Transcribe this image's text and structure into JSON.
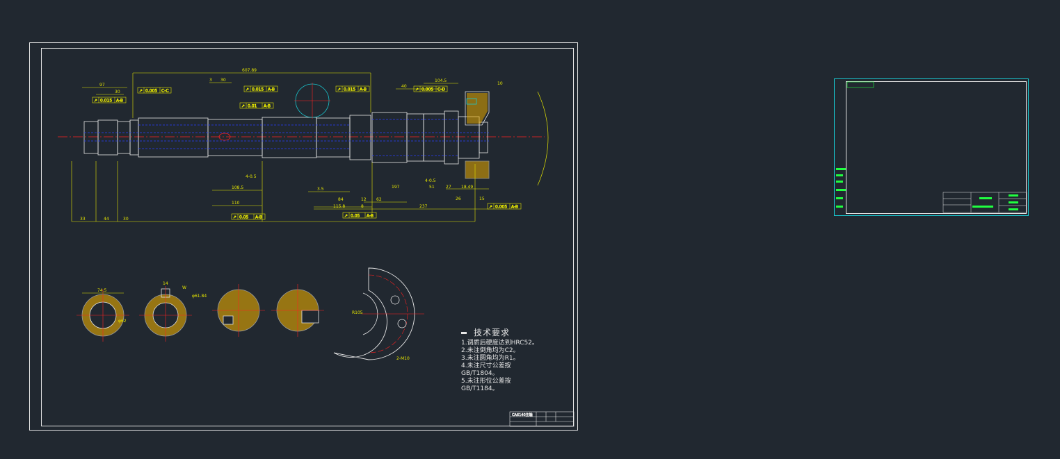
{
  "colors": {
    "background": "#212830",
    "border": "#e6e6e6",
    "dimension": "#e6e600",
    "centerline": "#ff2020",
    "hidden": "#2a3cff",
    "accent": "#19c9d1",
    "highlight": "#20ff40"
  },
  "drawing": {
    "dims": {
      "overall": "607.89",
      "d97": "97",
      "d30a": "30",
      "d3": "3",
      "d30b": "30",
      "d40": "40",
      "d104": "104.5",
      "d10": "10",
      "d108": "108.5",
      "d110": "110",
      "d35": "3.5",
      "d84": "84",
      "d12": "12",
      "d62": "62",
      "d197": "197",
      "d51": "51",
      "d27": "27",
      "d1849": "18.49",
      "d26": "26",
      "d15": "15",
      "d1158": "115.8",
      "d8": "8",
      "d237": "237",
      "d33": "33",
      "d44": "44",
      "d30c": "30",
      "chamfer1": "4-0.5",
      "chamfer2": "4-0.5"
    },
    "tolerance_frames": [
      {
        "sym": "↗",
        "val": "0.005",
        "ref": "C-C"
      },
      {
        "sym": "↗",
        "val": "0.015",
        "ref": "A-B"
      },
      {
        "sym": "↗",
        "val": "0.015",
        "ref": "A-B"
      },
      {
        "sym": "↗",
        "val": "0.01",
        "ref": "A-B"
      },
      {
        "sym": "↗",
        "val": "0.015",
        "ref": "A-B"
      },
      {
        "sym": "↗",
        "val": "0.005",
        "ref": "C-D"
      },
      {
        "sym": "↗",
        "val": "0.005",
        "ref": "A-B"
      },
      {
        "sym": "↗",
        "val": "0.05",
        "ref": "A-B"
      },
      {
        "sym": "↗",
        "val": "0.05",
        "ref": "A-B"
      }
    ],
    "sections": {
      "s1_dim": "74.5",
      "s1_dia": "φ62",
      "s2_top": "14",
      "s2_dia": "φ61.84",
      "s2_h": "W",
      "s5_r": "R105",
      "s5_hole": "2-M10"
    },
    "notes": {
      "title": "技术要求",
      "lines": [
        "1.调质后硬度达到HRC52。",
        "2.未注倒角均为C2。",
        "3.未注圆角均为R1。",
        "4.未注尺寸公差按",
        "GB/T1804。",
        "5.未注形位公差按",
        "GB/T1184。"
      ]
    },
    "title_block": {
      "name": "CA6140主轴"
    }
  }
}
